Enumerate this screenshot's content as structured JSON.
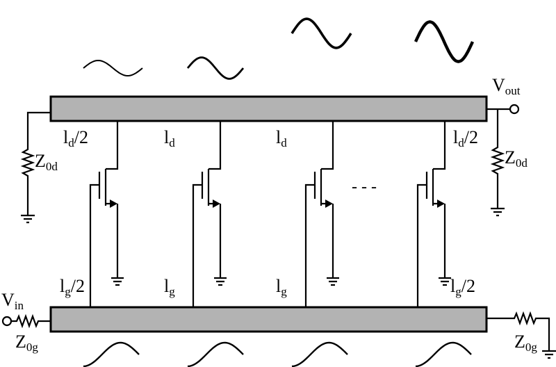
{
  "title": "Distributed amplifier schematic",
  "labels": {
    "vout": {
      "main": "V",
      "sub": "out"
    },
    "vin": {
      "main": "V",
      "sub": "in"
    },
    "z0d_left": {
      "main": "Z",
      "sub": "0d"
    },
    "z0d_right": {
      "main": "Z",
      "sub": "0d"
    },
    "z0g_left": {
      "main": "Z",
      "sub": "0g"
    },
    "z0g_right": {
      "main": "Z",
      "sub": "0g"
    },
    "drain_segments": [
      {
        "main": "l",
        "sub": "d",
        "suffix": "/2"
      },
      {
        "main": "l",
        "sub": "d",
        "suffix": ""
      },
      {
        "main": "l",
        "sub": "d",
        "suffix": ""
      },
      {
        "main": "l",
        "sub": "d",
        "suffix": "/2"
      }
    ],
    "gate_segments": [
      {
        "main": "l",
        "sub": "g",
        "suffix": "/2"
      },
      {
        "main": "l",
        "sub": "g",
        "suffix": ""
      },
      {
        "main": "l",
        "sub": "g",
        "suffix": ""
      },
      {
        "main": "l",
        "sub": "g",
        "suffix": "/2"
      }
    ],
    "ellipsis": "- - -"
  },
  "output_wave_amplitudes": [
    1,
    1.4,
    1.9,
    2.6
  ],
  "colors": {
    "line": "#b3b3b3",
    "wire": "#000000"
  }
}
